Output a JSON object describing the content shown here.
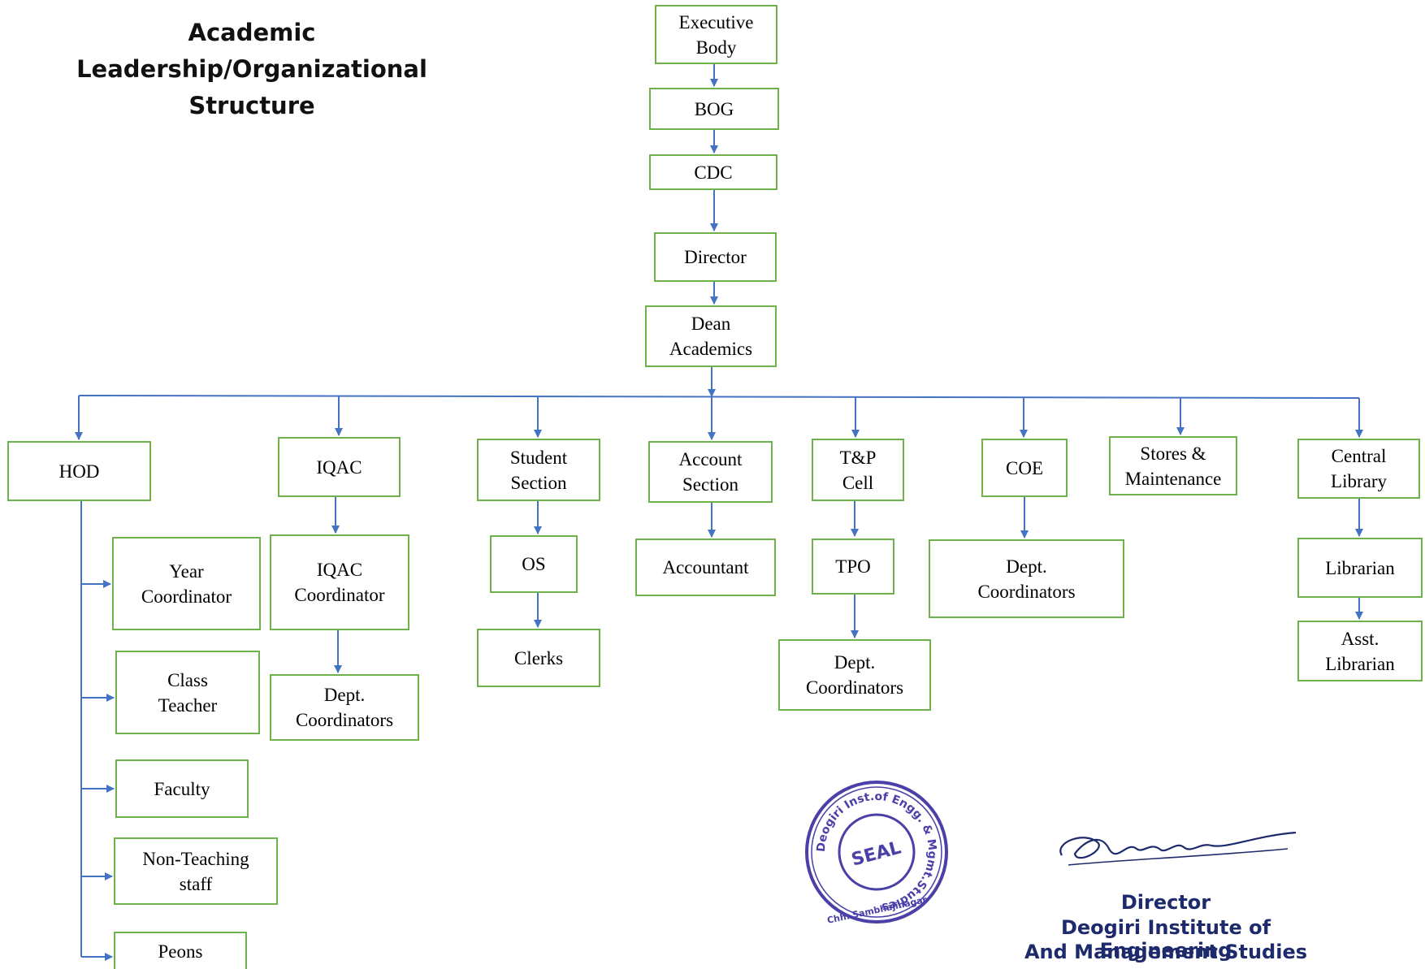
{
  "title": [
    "Academic",
    "Leadership/Organizational",
    "Structure"
  ],
  "colors": {
    "box_border": "#6fb14a",
    "connector": "#4472c4",
    "seal": "#4b3fa8",
    "signature": "#1d2a6b"
  },
  "nodes": {
    "executive_body": [
      "Executive",
      "Body"
    ],
    "bog": [
      "BOG"
    ],
    "cdc": [
      "CDC"
    ],
    "director": [
      "Director"
    ],
    "dean_academics": [
      "Dean",
      "Academics"
    ],
    "hod": [
      "HOD"
    ],
    "iqac": [
      "IQAC"
    ],
    "student_section": [
      "Student",
      "Section"
    ],
    "account_section": [
      "Account",
      "Section"
    ],
    "tp_cell": [
      "T&P",
      "Cell"
    ],
    "coe": [
      "COE"
    ],
    "stores_maintenance": [
      "Stores &",
      "Maintenance"
    ],
    "central_library": [
      "Central",
      "Library"
    ],
    "year_coordinator": [
      "Year",
      "Coordinator"
    ],
    "class_teacher": [
      "Class",
      "Teacher"
    ],
    "faculty": [
      "Faculty"
    ],
    "non_teaching_staff": [
      "Non-Teaching",
      "staff"
    ],
    "peons": [
      "Peons"
    ],
    "iqac_coordinator": [
      "IQAC",
      "Coordinator"
    ],
    "iqac_dept_coordinators": [
      "Dept.",
      "Coordinators"
    ],
    "os": [
      "OS"
    ],
    "clerks": [
      "Clerks"
    ],
    "accountant": [
      "Accountant"
    ],
    "tpo": [
      "TPO"
    ],
    "tpo_dept_coordinators": [
      "Dept.",
      "Coordinators"
    ],
    "coe_dept_coordinators": [
      "Dept.",
      "Coordinators"
    ],
    "librarian": [
      "Librarian"
    ],
    "asst_librarian": [
      "Asst.",
      "Librarian"
    ]
  },
  "seal": {
    "ring_text": "Deogiri Inst.of Engg. & Mgmt.Studies",
    "bottom_text": "Chh. Sambhajinagar",
    "center_text": "SEAL"
  },
  "signature": {
    "title": "Director",
    "institute_line1": "Deogiri Institute of Engineering",
    "institute_line2": "And Management Studies"
  }
}
